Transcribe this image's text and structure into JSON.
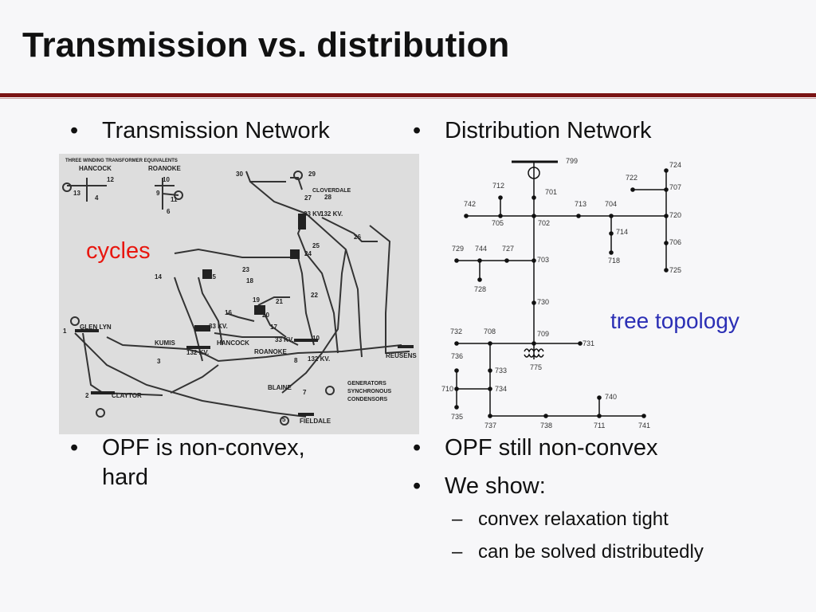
{
  "slide": {
    "title": "Transmission vs. distribution",
    "accent_color": "#7b1414"
  },
  "left": {
    "bullet1": "Transmission Network",
    "bullet2_line1": "OPF is non-convex,",
    "bullet2_line2": "hard",
    "annotation": "cycles",
    "annotation_color": "#e8160e",
    "figure": {
      "header": "THREE WINDING TRANSFORMER EQUIVALENTS",
      "labels": [
        "HANCOCK",
        "ROANOKE",
        "13",
        "12",
        "4",
        "10",
        "9",
        "11",
        "6",
        "30",
        "29",
        "28",
        "27",
        "CLOVERDALE",
        "33 KV.",
        "132 KV.",
        "26",
        "24",
        "25",
        "23",
        "14",
        "15",
        "18",
        "16",
        "19",
        "22",
        "21",
        "20",
        "17",
        "33 KV.",
        "HANCOCK",
        "132 KV.",
        "33 KV.",
        "10",
        "ROANOKE",
        "8",
        "132 KV.",
        "GLEN LYN",
        "KUMIS",
        "3",
        "REUSENS",
        "2",
        "CLAYTOR",
        "BLAINE",
        "7",
        "5",
        "FIELDALE",
        "1",
        "GENERATORS",
        "SYNCHRONOUS",
        "CONDENSORS"
      ]
    }
  },
  "right": {
    "bullet1": "Distribution Network",
    "bullet2": "OPF still non-convex",
    "bullet3": "We show:",
    "sub1": "convex relaxation tight",
    "sub2": "can be solved distributedly",
    "annotation": "tree topology",
    "annotation_color": "#2b2fb5",
    "figure": {
      "nodes": [
        "799",
        "712",
        "701",
        "742",
        "713",
        "704",
        "722",
        "724",
        "707",
        "720",
        "705",
        "702",
        "714",
        "706",
        "718",
        "725",
        "729",
        "744",
        "727",
        "703",
        "728",
        "730",
        "732",
        "708",
        "709",
        "731",
        "736",
        "733",
        "775",
        "710",
        "734",
        "740",
        "735",
        "737",
        "738",
        "711",
        "741"
      ]
    }
  }
}
